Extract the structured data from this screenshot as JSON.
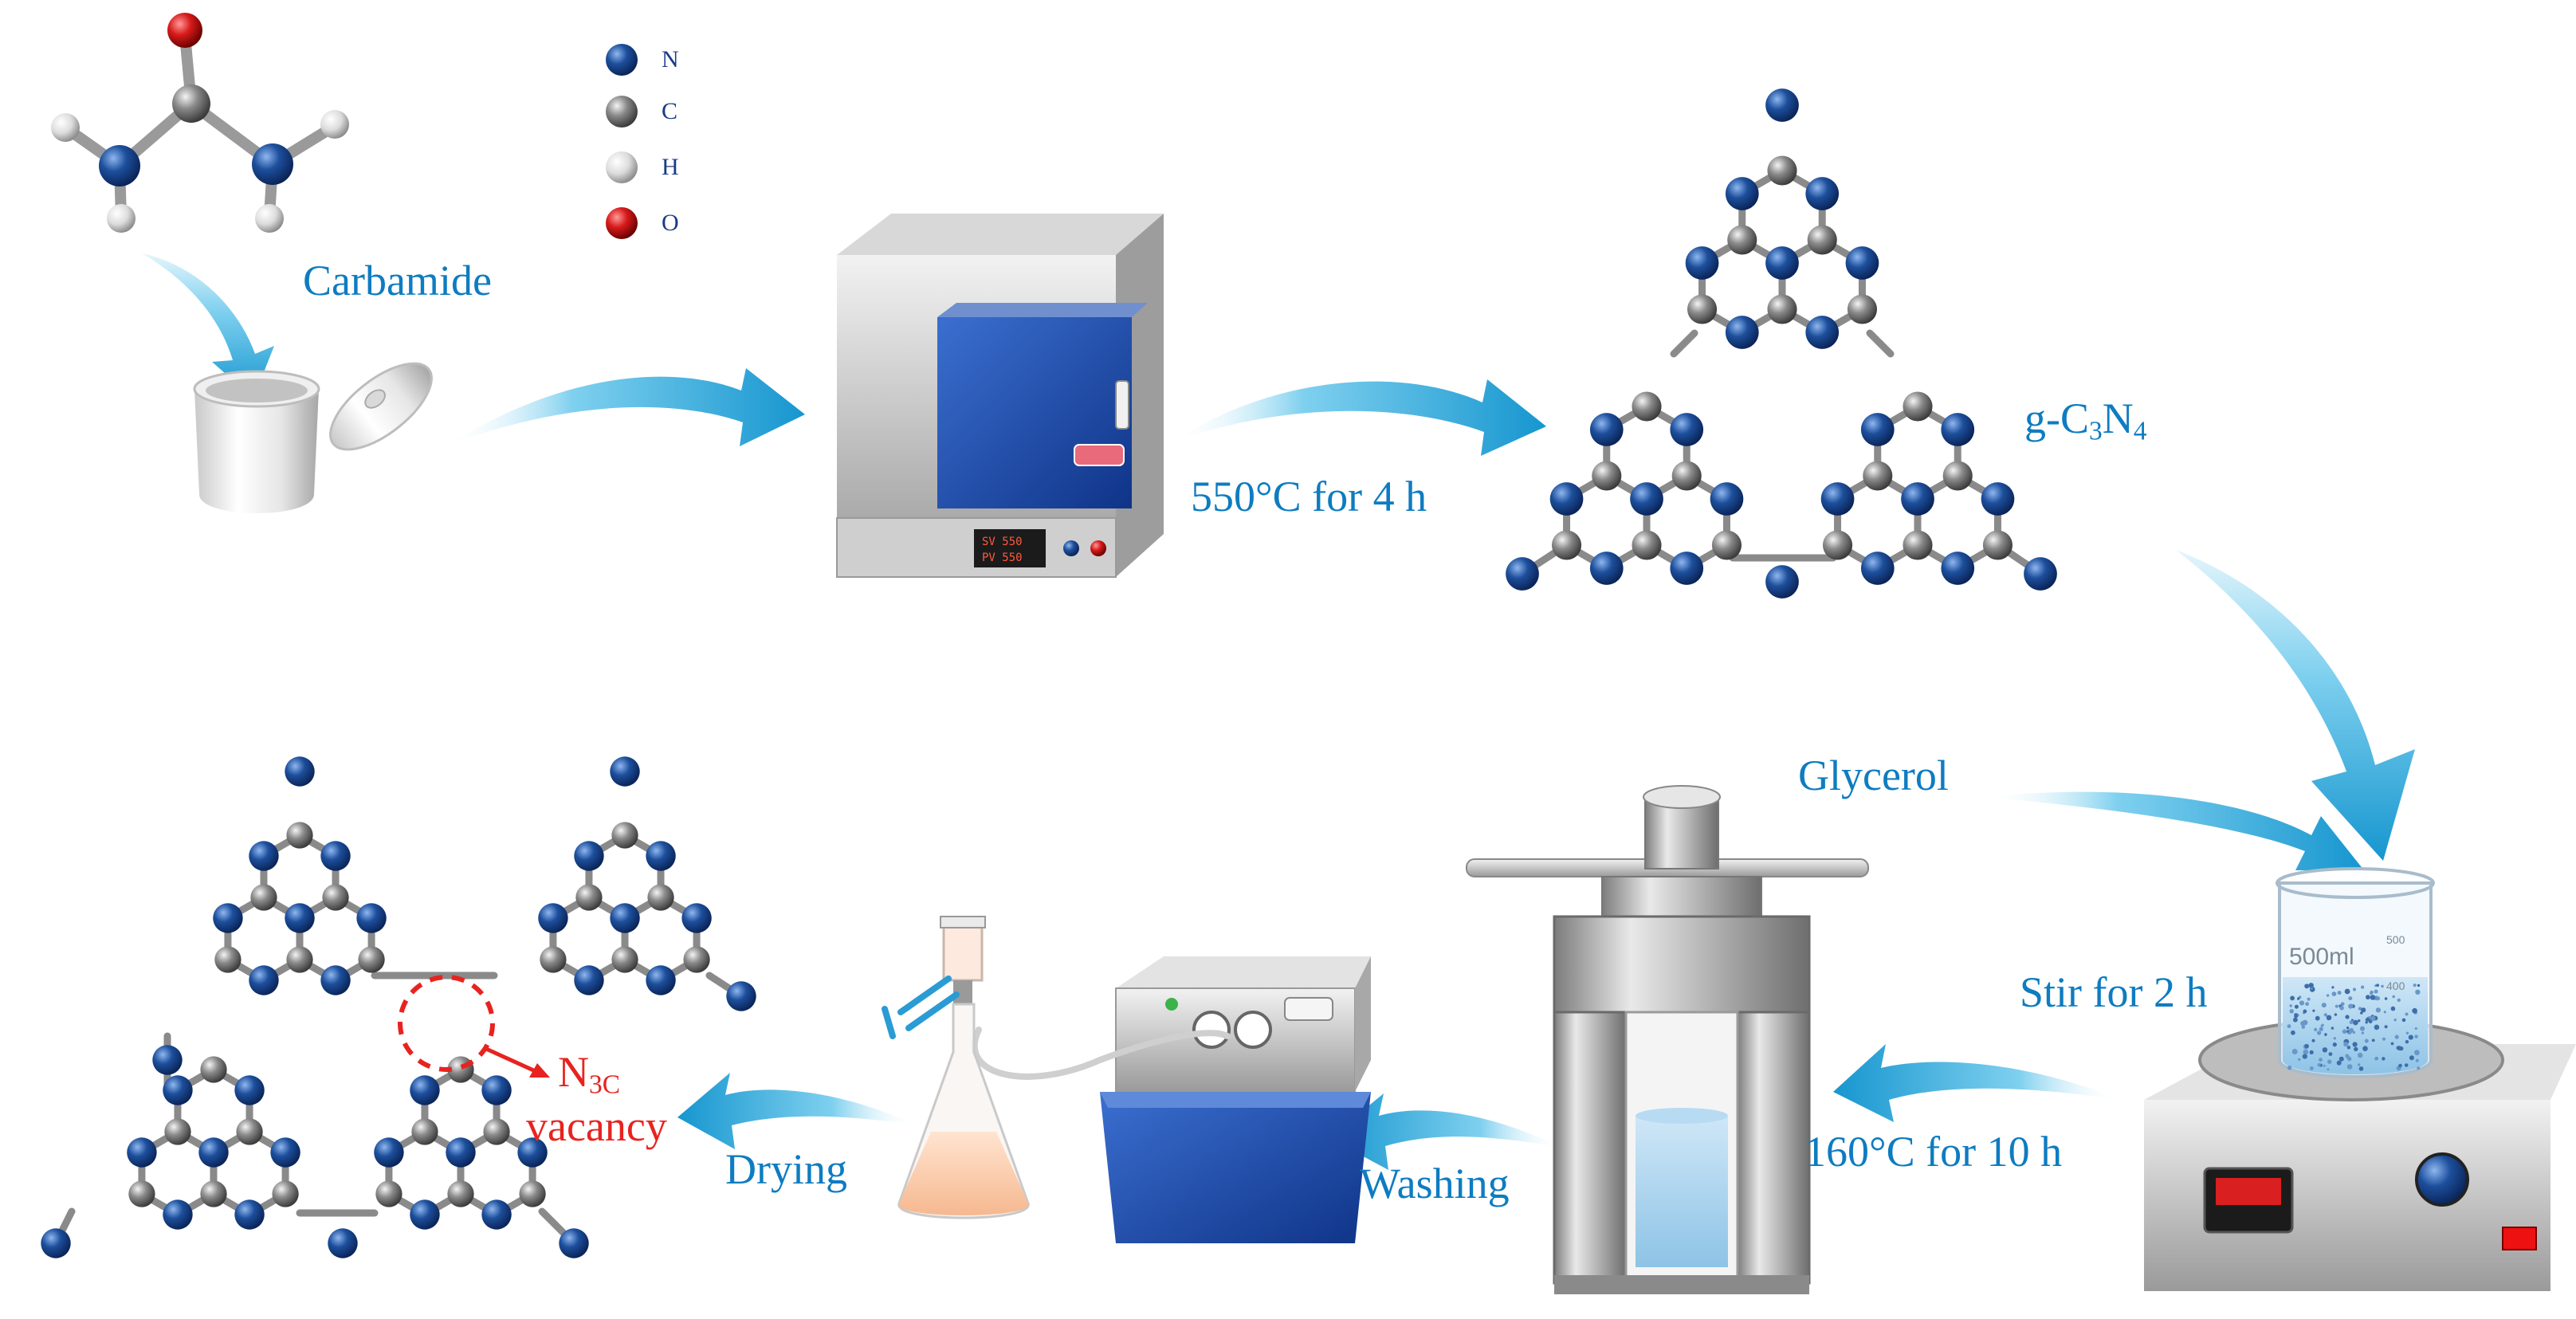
{
  "legend": {
    "n": "N",
    "c": "C",
    "h": "H",
    "o": "O"
  },
  "labels": {
    "carbamide": "Carbamide",
    "calcination": "550°C for 4 h",
    "gcn_prefix": "g-C",
    "gcn_sub1": "3",
    "gcn_mid": "N",
    "gcn_sub2": "4",
    "glycerol": "Glycerol",
    "stir": "Stir for 2 h",
    "hydrothermal": "160°C for 10 h",
    "washing": "Washing",
    "drying": "Drying",
    "vac_n": "N",
    "vac_sub": "3C",
    "vac_word": "vacancy"
  },
  "devices": {
    "oven_display_sv": "SV 550",
    "oven_display_pv": "PV 550",
    "beaker_volume": "500ml",
    "beaker_mark_top": "500",
    "beaker_mark_bottom": "400"
  },
  "colors": {
    "nitrogen": "#1d4f9c",
    "carbon": "#8a8a8a",
    "hydrogen": "#e8e8e8",
    "oxygen": "#d81b1b",
    "arrow": "#1aa3d6",
    "label": "#0e7cc1",
    "vacancy": "#e8231f"
  }
}
